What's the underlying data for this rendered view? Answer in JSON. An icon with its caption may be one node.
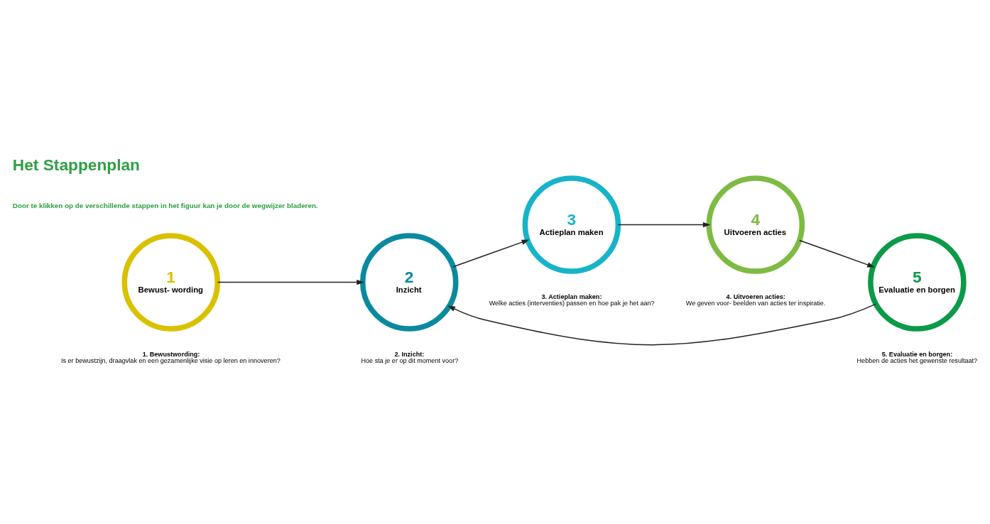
{
  "diagram": {
    "title": "Het Stappenplan",
    "nodes": [
      {
        "text": [
          "1",
          "Bewust- wording"
        ],
        "beside": [
          "1. Bewustwording:",
          "Is er bewustzijn, draagvlak en een gezamenlijke visie op leren en innoveren?"
        ]
      },
      {
        "text": [
          "2",
          "Inzicht"
        ],
        "beside": [
          "2. Inzicht:",
          "Hoe sta je er op dit moment voor?"
        ]
      },
      {
        "text": [
          "3",
          "Actieplan maken"
        ],
        "beside": [
          "3. Actieplan maken:",
          "Welke acties (interventies) passen en hoe pak je het aan?"
        ]
      },
      {
        "text": [
          "4",
          "Uitvoeren acties"
        ],
        "beside": [
          "4. Uitvoeren acties:",
          "We geven voor- beelden van acties ter inspiratie."
        ]
      },
      {
        "text": [
          "5",
          "Evaluatie en borgen"
        ],
        "beside": [
          "5. Evaluatie en borgen:",
          "Hebben de acties het gewenste resultaat?"
        ]
      }
    ],
    "edges": [
      {
        "from": 0,
        "to": 1,
        "arrow": "to"
      },
      {
        "from": 1,
        "to": 2,
        "arrow": "to"
      },
      {
        "from": 2,
        "to": 3,
        "arrow": "to"
      },
      {
        "from": 3,
        "to": 4,
        "arrow": "to"
      },
      {
        "from": 4,
        "to": 1,
        "arrow": "to"
      }
    ],
    "labels": [
      "Door te klikken op de verschillende stappen in het figuur kan je door de wegwijzer bladeren."
    ]
  }
}
